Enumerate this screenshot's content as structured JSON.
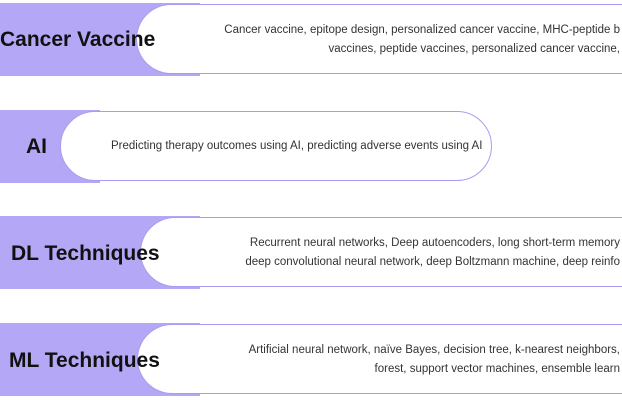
{
  "colors": {
    "band": "#b4a8f6",
    "pill_border": "#a99cf0"
  },
  "rows": [
    {
      "label": "Cancer Vaccine",
      "lines": [
        "Cancer vaccine, epitope design, personalized cancer vaccine, MHC-peptide b",
        "vaccines, peptide  vaccines, personalized cancer vaccine,"
      ]
    },
    {
      "label": "AI",
      "lines": [
        "Predicting therapy outcomes using AI, predicting adverse events using AI"
      ]
    },
    {
      "label": "DL Techniques",
      "lines": [
        "Recurrent neural networks, Deep autoencoders, long short-term memory",
        "deep convolutional neural network, deep Boltzmann machine, deep reinfo"
      ]
    },
    {
      "label": "ML Techniques",
      "lines": [
        "Artificial neural network, naïve Bayes, decision tree, k-nearest neighbors,",
        "forest, support vector machines, ensemble learn"
      ]
    }
  ]
}
